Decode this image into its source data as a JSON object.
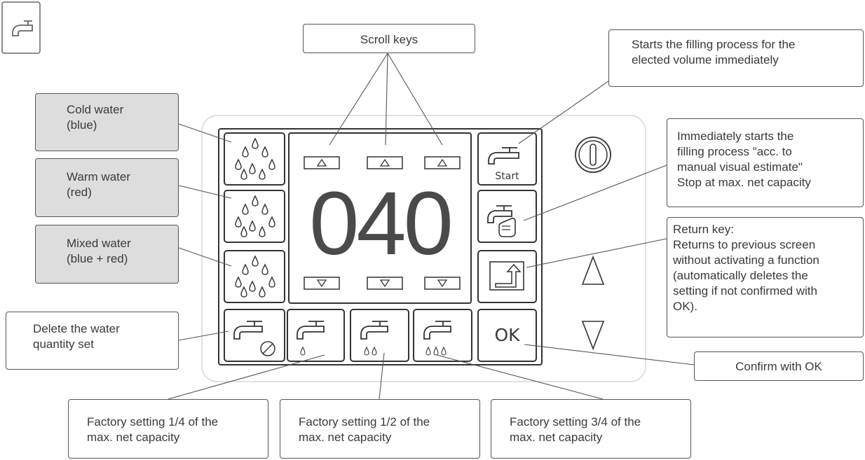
{
  "display": {
    "value": "040"
  },
  "keys": {
    "start_label": "Start",
    "ok_label": "OK"
  },
  "callouts": {
    "scroll_keys": "Scroll keys",
    "start": [
      "Starts the filling process for the",
      "elected volume immediately"
    ],
    "cold": [
      "Cold water",
      "(blue)"
    ],
    "warm": [
      "Warm water",
      "(red)"
    ],
    "mixed": [
      "Mixed water",
      "(blue + red)"
    ],
    "manual": [
      "Immediately starts the",
      "filling process \"acc. to",
      "manual visual estimate\"",
      "Stop at max. net capacity"
    ],
    "return": [
      "Return key:",
      "Returns to previous screen",
      "without activating a function",
      "(automatically deletes the",
      "setting if not confirmed with",
      "OK)."
    ],
    "delete": [
      "Delete the water",
      "quantity set"
    ],
    "confirm": "Confirm with OK",
    "quarter": [
      "Factory setting 1/4 of the",
      "max. net capacity"
    ],
    "half": [
      "Factory setting 1/2 of the",
      "max. net capacity"
    ],
    "three_quarter": [
      "Factory setting 3/4 of the",
      "max. net capacity"
    ]
  },
  "colors": {
    "line": "#555555",
    "callout_gray": "#dddddd",
    "panel_border": "#cfcfcf"
  }
}
